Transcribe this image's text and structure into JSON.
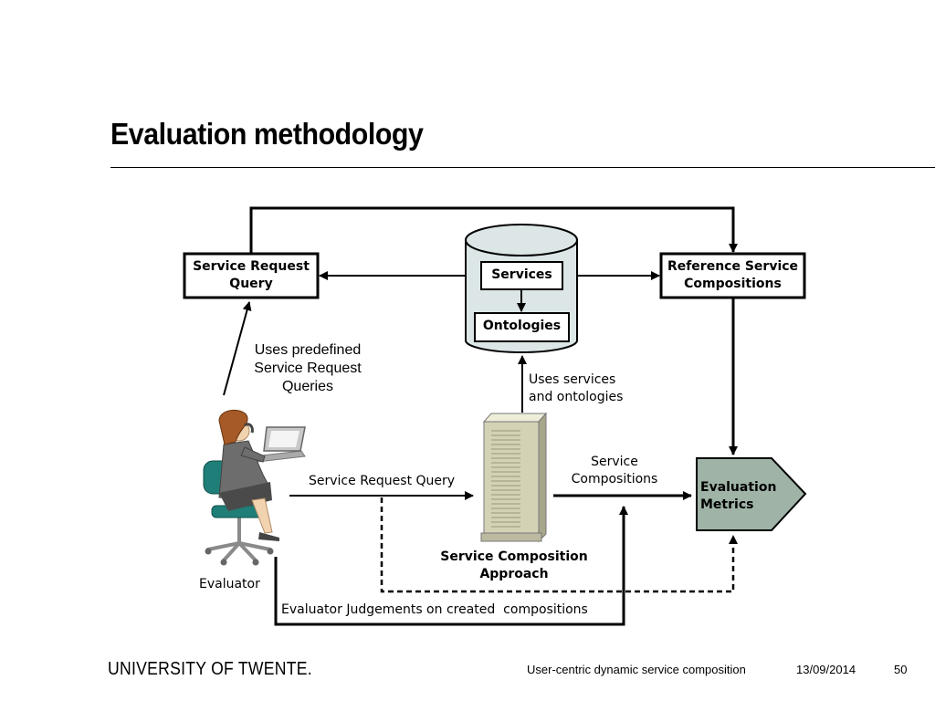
{
  "slide": {
    "title": "Evaluation methodology"
  },
  "diagram": {
    "service_request_query": "Service Request\nQuery",
    "services": "Services",
    "ontologies": "Ontologies",
    "reference_service_compositions": "Reference Service\nCompositions",
    "evaluation_metrics": "Evaluation\nMetrics",
    "uses_predefined_queries": "Uses predefined\nService Request\nQueries",
    "uses_services_and_ontologies": "Uses services\nand ontologies",
    "service_request_query_edge": "Service Request Query",
    "service_compositions_edge": "Service\nCompositions",
    "service_composition_approach": "Service Composition\nApproach",
    "evaluator": "Evaluator",
    "evaluator_judgements": "Evaluator Judgements on created  compositions"
  },
  "footer": {
    "logo": "UNIVERSITY OF TWENTE.",
    "presentation_title": "User-centric dynamic service composition",
    "date": "13/09/2014",
    "page_number": "50"
  },
  "colors": {
    "database_fill": "#dce6e6",
    "evaluation_metrics_fill": "#9fb4a6",
    "server_body": "#d4d2b4",
    "chair": "#1f7f78",
    "hair": "#a55a28"
  }
}
